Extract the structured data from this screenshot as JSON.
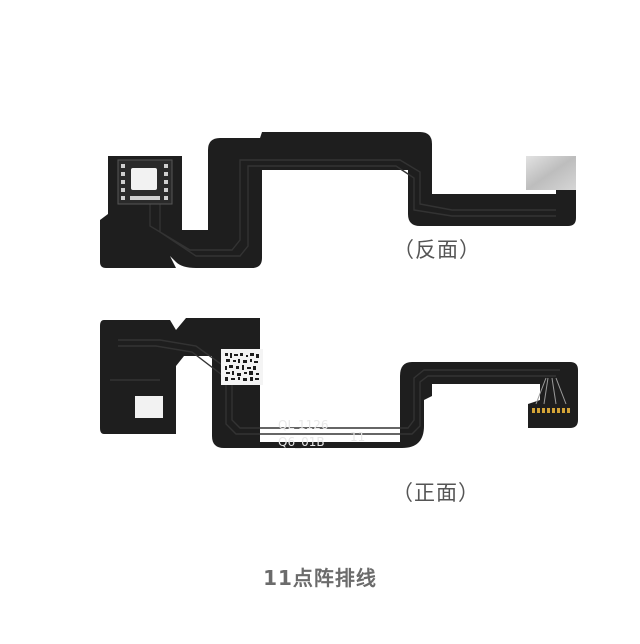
{
  "captions": {
    "back": "（反面）",
    "front": "（正面）"
  },
  "cable_front_markings": {
    "model_line1": "QL 1126",
    "model_line2": "Q6_01B",
    "number": "11"
  },
  "title": "11点阵排线",
  "colors": {
    "pcb_black": "#1e1e1e",
    "trace": "#333333",
    "metal_contact": "#c9c9c9",
    "caption_text": "#555555"
  }
}
